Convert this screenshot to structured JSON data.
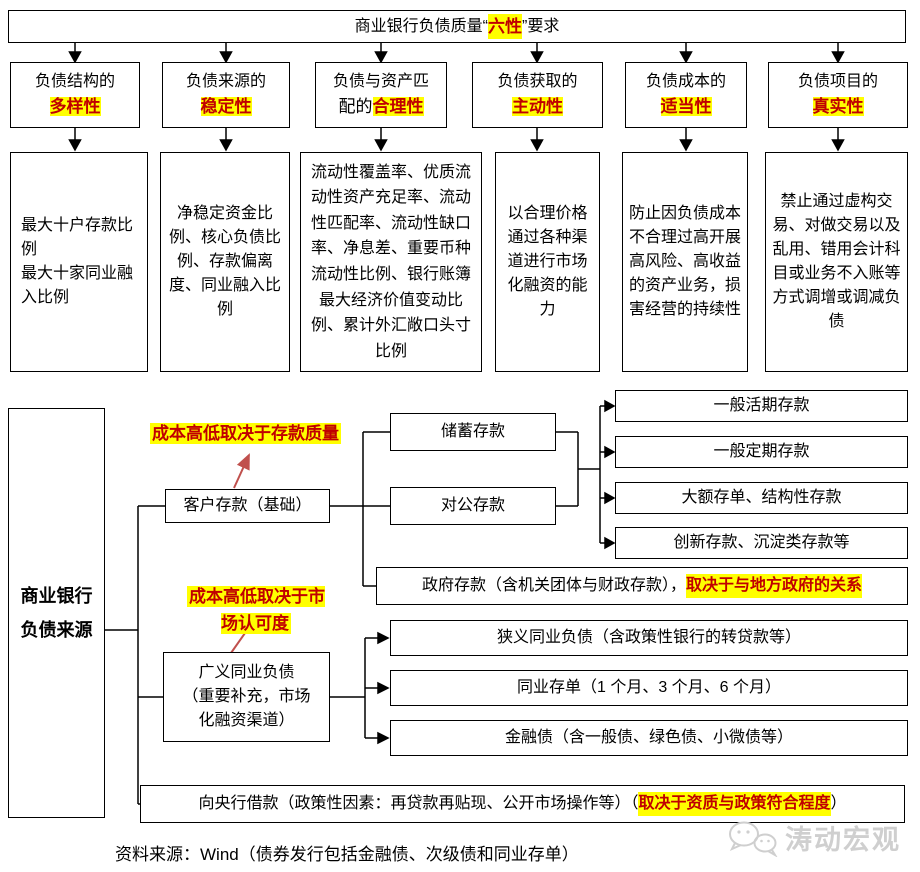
{
  "title": {
    "pre": "商业银行负债质量“",
    "hl": "六性",
    "post": "”要求"
  },
  "requirements": [
    {
      "pre": "负债结构的",
      "mid": "",
      "hl": "多样性",
      "detail": "最大十户存款比例\n最大十家同业融入比例"
    },
    {
      "pre": "负债来源的",
      "mid": "",
      "hl": "稳定性",
      "detail": "净稳定资金比例、核心负债比例、存款偏离度、同业融入比例"
    },
    {
      "pre": "负债与资产匹",
      "mid": "配的",
      "hl": "合理性",
      "detail": "流动性覆盖率、优质流动性资产充足率、流动性匹配率、流动性缺口率、净息差、重要币种流动性比例、银行账簿最大经济价值变动比例、累计外汇敞口头寸比例"
    },
    {
      "pre": "负债获取的",
      "mid": "",
      "hl": "主动性",
      "detail": "以合理价格通过各种渠道进行市场化融资的能力"
    },
    {
      "pre": "负债成本的",
      "mid": "",
      "hl": "适当性",
      "detail": "防止因负债成本不合理过高开展高风险、高收益的资产业务，损害经营的持续性"
    },
    {
      "pre": "负债项目的",
      "mid": "",
      "hl": "真实性",
      "detail": "禁止通过虚构交易、对做交易以及乱用、错用会计科目或业务不入账等方式调增或调减负债"
    }
  ],
  "tree": {
    "root": "商业银行\n负债来源",
    "customer_deposit": "客户存款（基础）",
    "note_cost_quality": "成本高低取决于存款质量",
    "note_market": "成本高低取决于市\n场认可度",
    "savings_deposit": "储蓄存款",
    "corporate_deposit": "对公存款",
    "retail_types": [
      "一般活期存款",
      "一般定期存款",
      "大额存单、结构性存款",
      "创新存款、沉淀类存款等"
    ],
    "government": {
      "pre": "政府存款（含机关团体与财政存款），",
      "hl": "取决于与地方政府的关系"
    },
    "interbank": "广义同业负债\n（重要补充，市场\n化融资渠道）",
    "interbank_types": [
      "狭义同业负债（含政策性银行的转贷款等）",
      "同业存单（1 个月、3 个月、6 个月）",
      "金融债（含一般债、绿色债、小微债等）"
    ],
    "central_bank": {
      "pre": "向央行借款（政策性因素：再贷款再贴现、公开市场操作等）（",
      "hl": "取决于资质与政策符合程度",
      "post": "）"
    }
  },
  "footer": "资料来源：Wind（债券发行包括金融债、次级债和同业存单）",
  "watermark": "涛动宏观",
  "colors": {
    "highlight": "#ffff00",
    "keyword_red": "#c00000",
    "arrow_red": "#c0504d",
    "watermark_gray": "#cfcfcf"
  }
}
